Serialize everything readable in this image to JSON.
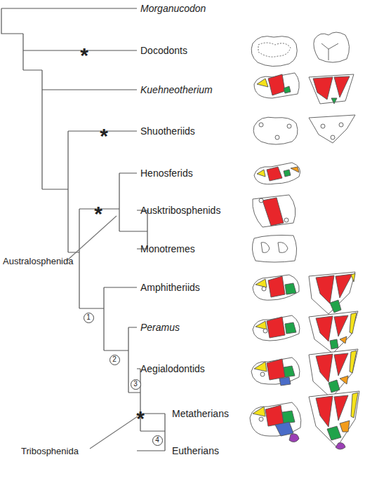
{
  "diagram": {
    "nodes": [
      {
        "text": [
          "1"
        ]
      },
      {
        "text": [
          "2"
        ]
      },
      {
        "text": [
          "3"
        ]
      },
      {
        "text": [
          "4"
        ]
      }
    ],
    "labels": [
      "Morganucodon",
      "*",
      "Docodonts",
      "Kuehneotherium",
      "*",
      "Shuotheriids",
      "Henosferids",
      "*",
      "Ausktribosphenids",
      "Monotremes",
      "Australosphenida",
      "Amphitheriids",
      "Peramus",
      "Aegialodontids",
      "*",
      "Tribosphenida",
      "Metatherians",
      "Eutherians"
    ]
  }
}
